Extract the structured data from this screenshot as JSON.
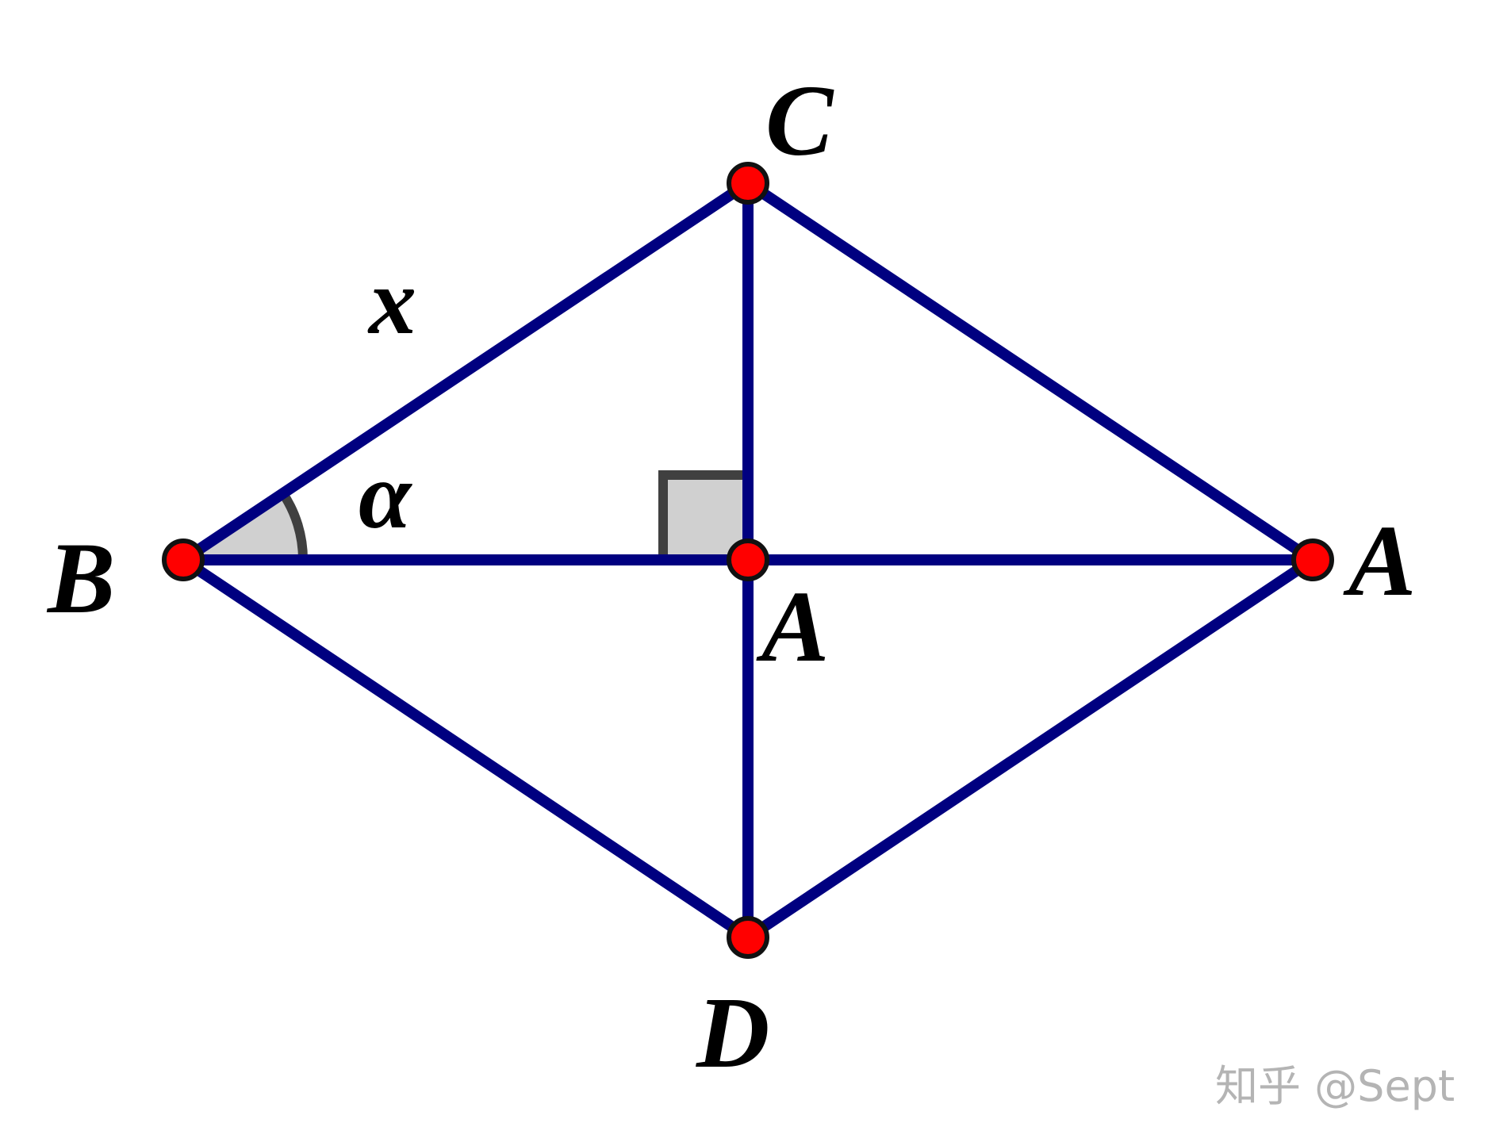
{
  "diagram": {
    "points": {
      "B": "B",
      "C": "C",
      "A_right": "A",
      "A_center": "A",
      "D": "D"
    },
    "side_label": "x",
    "angle_label": "α",
    "colors": {
      "segment": "#000080",
      "point_fill": "#ff0000",
      "point_stroke": "#111111",
      "marker_fill": "#d0d0d0",
      "marker_stroke": "#404040"
    }
  },
  "watermark": "知乎 @Sept"
}
